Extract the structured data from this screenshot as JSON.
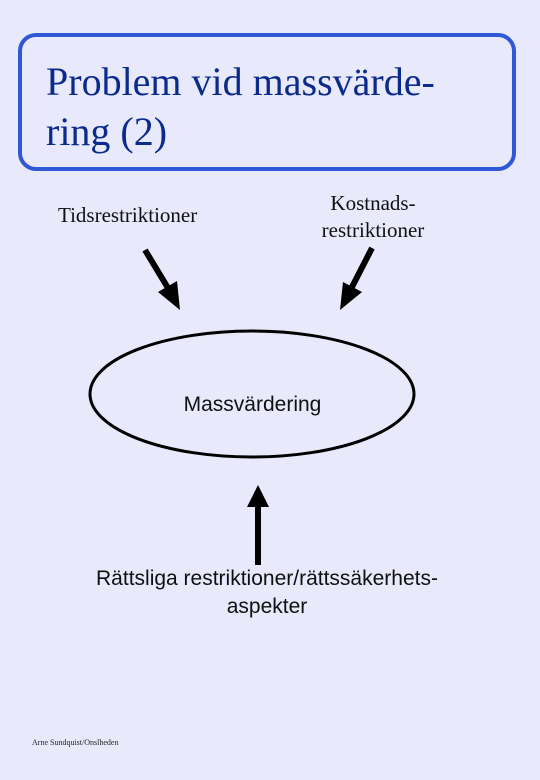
{
  "title": {
    "line1": "Problem vid massvärde-",
    "line2": "ring (2)"
  },
  "labels": {
    "time_restrictions": "Tidsrestriktioner",
    "cost_restrictions_line1": "Kostnads-",
    "cost_restrictions_line2": "restriktioner",
    "center": "Massvärdering",
    "legal_line1": "Rättsliga restriktioner/rättssäkerhets-",
    "legal_line2": "aspekter"
  },
  "footer": "Arne Sundquist/Onslheden",
  "colors": {
    "background": "#e8eafc",
    "title_border": "#2f57d6",
    "title_text": "#0a2a8c",
    "arrows": "#000000"
  }
}
